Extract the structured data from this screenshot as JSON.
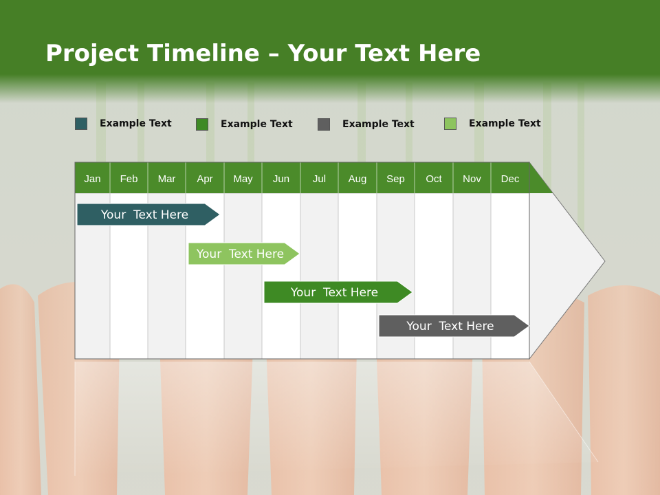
{
  "slide": {
    "title_bold": "Project Timeline",
    "title_rest": "– Your Text Here"
  },
  "legend": [
    {
      "label": "Example Text",
      "color": "#2f5f63"
    },
    {
      "label": "Example Text",
      "color": "#3e8a24"
    },
    {
      "label": "Example Text",
      "color": "#5f5f5f"
    },
    {
      "label": "Example Text",
      "color": "#8ec45f"
    }
  ],
  "colors": {
    "header_band": "#467f26",
    "month_header": "#4b8b2a",
    "column_light": "#f2f2f2",
    "column_white": "#ffffff"
  },
  "months": [
    "Jan",
    "Feb",
    "Mar",
    "Apr",
    "May",
    "Jun",
    "Jul",
    "Aug",
    "Sep",
    "Oct",
    "Nov",
    "Dec"
  ],
  "tasks": [
    {
      "label": "Your  Text Here",
      "start_month": "Jan",
      "end_month": "Apr",
      "color": "#2f5f63"
    },
    {
      "label": "Your  Text Here",
      "start_month": "Apr",
      "end_month": "Jun",
      "color": "#8ec45f"
    },
    {
      "label": "Your  Text Here",
      "start_month": "Jun",
      "end_month": "Sep",
      "color": "#3e8a24"
    },
    {
      "label": "Your  Text Here",
      "start_month": "Sep",
      "end_month": "Dec",
      "color": "#5f5f5f"
    }
  ]
}
